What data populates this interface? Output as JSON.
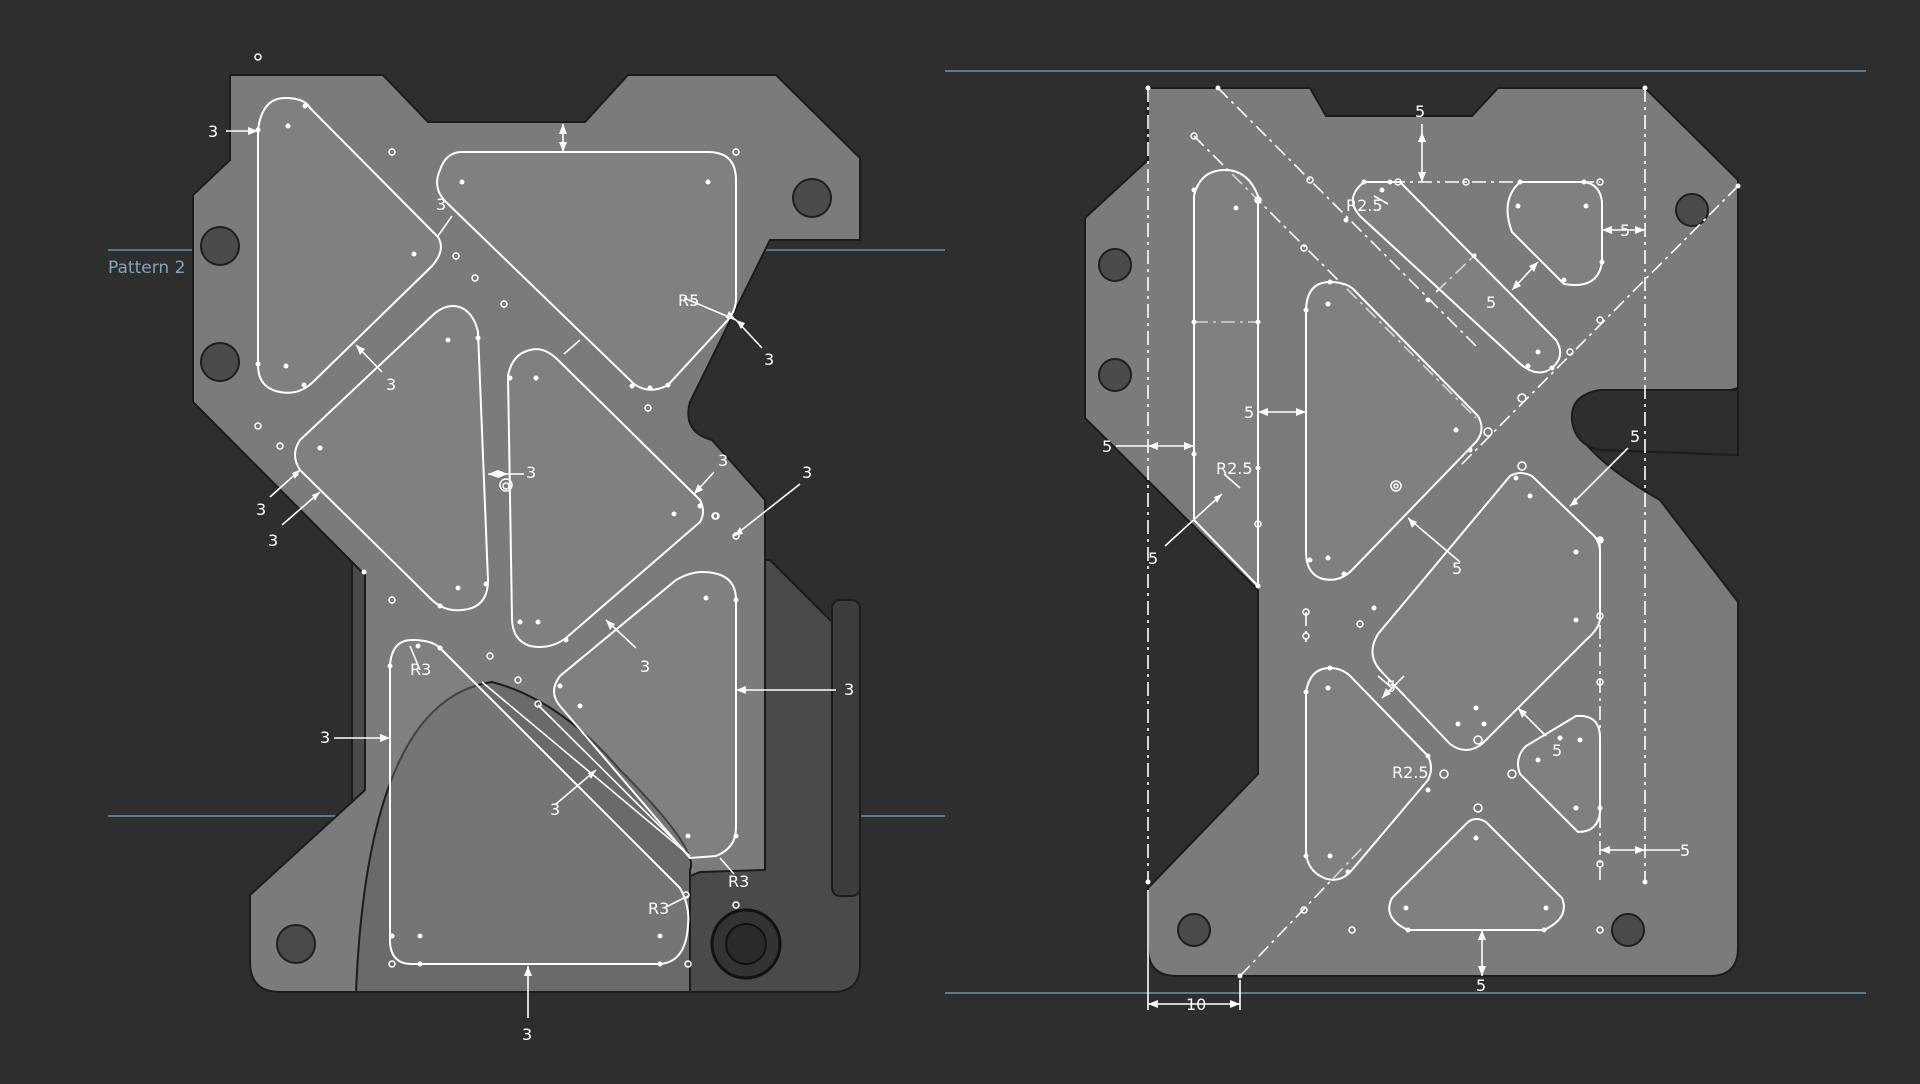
{
  "guides": {
    "pattern_label": "Pattern 2"
  },
  "left_sketch": {
    "dims": [
      {
        "text": "3"
      },
      {
        "text": "3"
      },
      {
        "text": "R5"
      },
      {
        "text": "3"
      },
      {
        "text": "3"
      },
      {
        "text": "3"
      },
      {
        "text": "3"
      },
      {
        "text": "3"
      },
      {
        "text": "3"
      },
      {
        "text": "3"
      },
      {
        "text": "3"
      },
      {
        "text": "3"
      },
      {
        "text": "R3"
      },
      {
        "text": "3"
      },
      {
        "text": "3"
      },
      {
        "text": "R3"
      },
      {
        "text": "R3"
      },
      {
        "text": "3"
      }
    ]
  },
  "right_sketch": {
    "dims": [
      {
        "text": "5"
      },
      {
        "text": "R2.5"
      },
      {
        "text": "5"
      },
      {
        "text": "5"
      },
      {
        "text": "5"
      },
      {
        "text": "5"
      },
      {
        "text": "R2.5"
      },
      {
        "text": "5"
      },
      {
        "text": "5"
      },
      {
        "text": "5"
      },
      {
        "text": "5"
      },
      {
        "text": "R2.5"
      },
      {
        "text": "5"
      },
      {
        "text": "5"
      },
      {
        "text": "5"
      },
      {
        "text": "10"
      }
    ]
  },
  "colors": {
    "background": "#2e2e2e",
    "plate": "#7b7b7b",
    "guide": "#7fa6bd",
    "sketch": "#ffffff"
  }
}
